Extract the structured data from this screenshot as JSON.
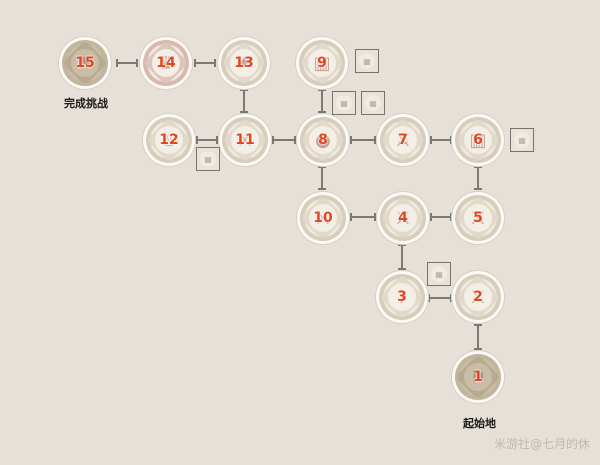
{
  "labels": {
    "finish": "完成挑战",
    "start": "起始地"
  },
  "watermark": "米游社@七月的休",
  "colors": {
    "background": "#e6e0d8",
    "number": "#e2461f",
    "connector": "#7d7872"
  },
  "nodes": [
    {
      "id": "1",
      "label": "1",
      "type": "start",
      "icon": "flag-icon"
    },
    {
      "id": "2",
      "label": "2",
      "type": "battle",
      "icon": "crossed-swords-icon"
    },
    {
      "id": "3",
      "label": "3",
      "type": "event",
      "icon": "question-icon"
    },
    {
      "id": "4",
      "label": "4",
      "type": "battle",
      "icon": "crossed-swords-icon"
    },
    {
      "id": "5",
      "label": "5",
      "type": "battle",
      "icon": "crossed-swords-icon"
    },
    {
      "id": "6",
      "label": "6",
      "type": "shop",
      "icon": "castle-icon"
    },
    {
      "id": "7",
      "label": "7",
      "type": "battle",
      "icon": "crossed-swords-icon"
    },
    {
      "id": "8",
      "label": "8",
      "type": "event",
      "icon": "bulb-icon"
    },
    {
      "id": "9",
      "label": "9",
      "type": "shop",
      "icon": "castle-icon"
    },
    {
      "id": "10",
      "label": "10",
      "type": "battle",
      "icon": "crossed-swords-icon"
    },
    {
      "id": "11",
      "label": "11",
      "type": "battle",
      "icon": "crossed-swords-icon"
    },
    {
      "id": "12",
      "label": "12",
      "type": "event",
      "icon": "flame-icon"
    },
    {
      "id": "13",
      "label": "13",
      "type": "elite",
      "icon": "compass-icon"
    },
    {
      "id": "14",
      "label": "14",
      "type": "boss",
      "icon": "crown-icon"
    },
    {
      "id": "15",
      "label": "15",
      "type": "finish",
      "icon": "flag-icon"
    }
  ],
  "reward_boxes": [
    {
      "near": "9",
      "icon": "chest-icon"
    },
    {
      "near": "8-a",
      "icon": "chest-icon"
    },
    {
      "near": "8-b",
      "icon": "chest-icon"
    },
    {
      "near": "11",
      "icon": "chest-icon"
    },
    {
      "near": "6",
      "icon": "chest-icon"
    },
    {
      "near": "3",
      "icon": "chest-icon"
    }
  ]
}
